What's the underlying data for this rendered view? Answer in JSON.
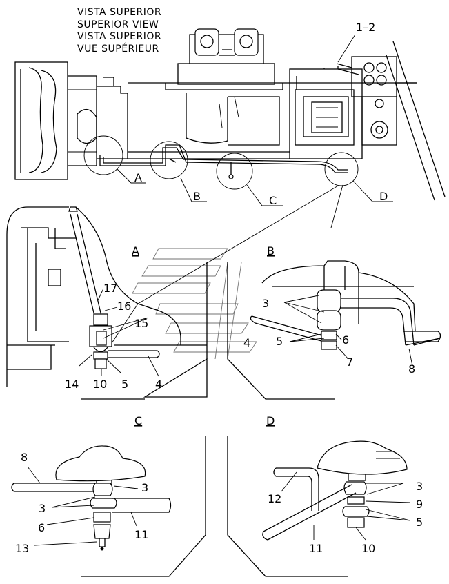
{
  "title_lines": [
    "VISTA SUPERIOR",
    "SUPERIOR VIEW",
    "VISTA SUPERIOR",
    "VUE SUPÉRIEUR"
  ],
  "overview_labels": {
    "top_ref": "1–2",
    "A": "A",
    "B": "B",
    "C": "C",
    "D": "D"
  },
  "detail_A": {
    "title": "A",
    "callouts": [
      "17",
      "16",
      "15",
      "14",
      "10",
      "5",
      "4"
    ]
  },
  "detail_B": {
    "title": "B",
    "callouts": [
      "3",
      "4",
      "5",
      "6",
      "7",
      "8"
    ]
  },
  "detail_C": {
    "title": "C",
    "callouts": [
      "8",
      "3",
      "3",
      "6",
      "13",
      "11"
    ]
  },
  "detail_D": {
    "title": "D",
    "callouts": [
      "12",
      "3",
      "9",
      "5",
      "11",
      "10"
    ]
  }
}
